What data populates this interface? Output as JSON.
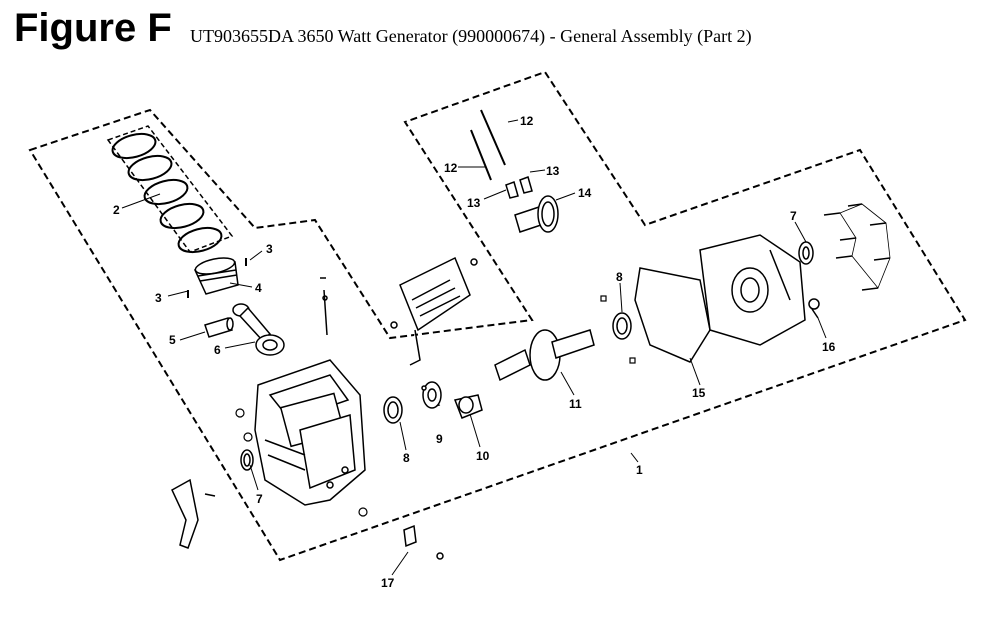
{
  "figure": {
    "label": "Figure F",
    "title": "UT903655DA 3650 Watt Generator (990000674) - General Assembly (Part 2)"
  },
  "callouts": {
    "c1": "1",
    "c2": "2",
    "c3a": "3",
    "c3b": "3",
    "c4": "4",
    "c5": "5",
    "c6": "6",
    "c7a": "7",
    "c7b": "7",
    "c8a": "8",
    "c8b": "8",
    "c9": "9",
    "c10": "10",
    "c11": "11",
    "c12a": "12",
    "c12b": "12",
    "c13a": "13",
    "c13b": "13",
    "c14": "14",
    "c15": "15",
    "c16": "16",
    "c17": "17"
  }
}
